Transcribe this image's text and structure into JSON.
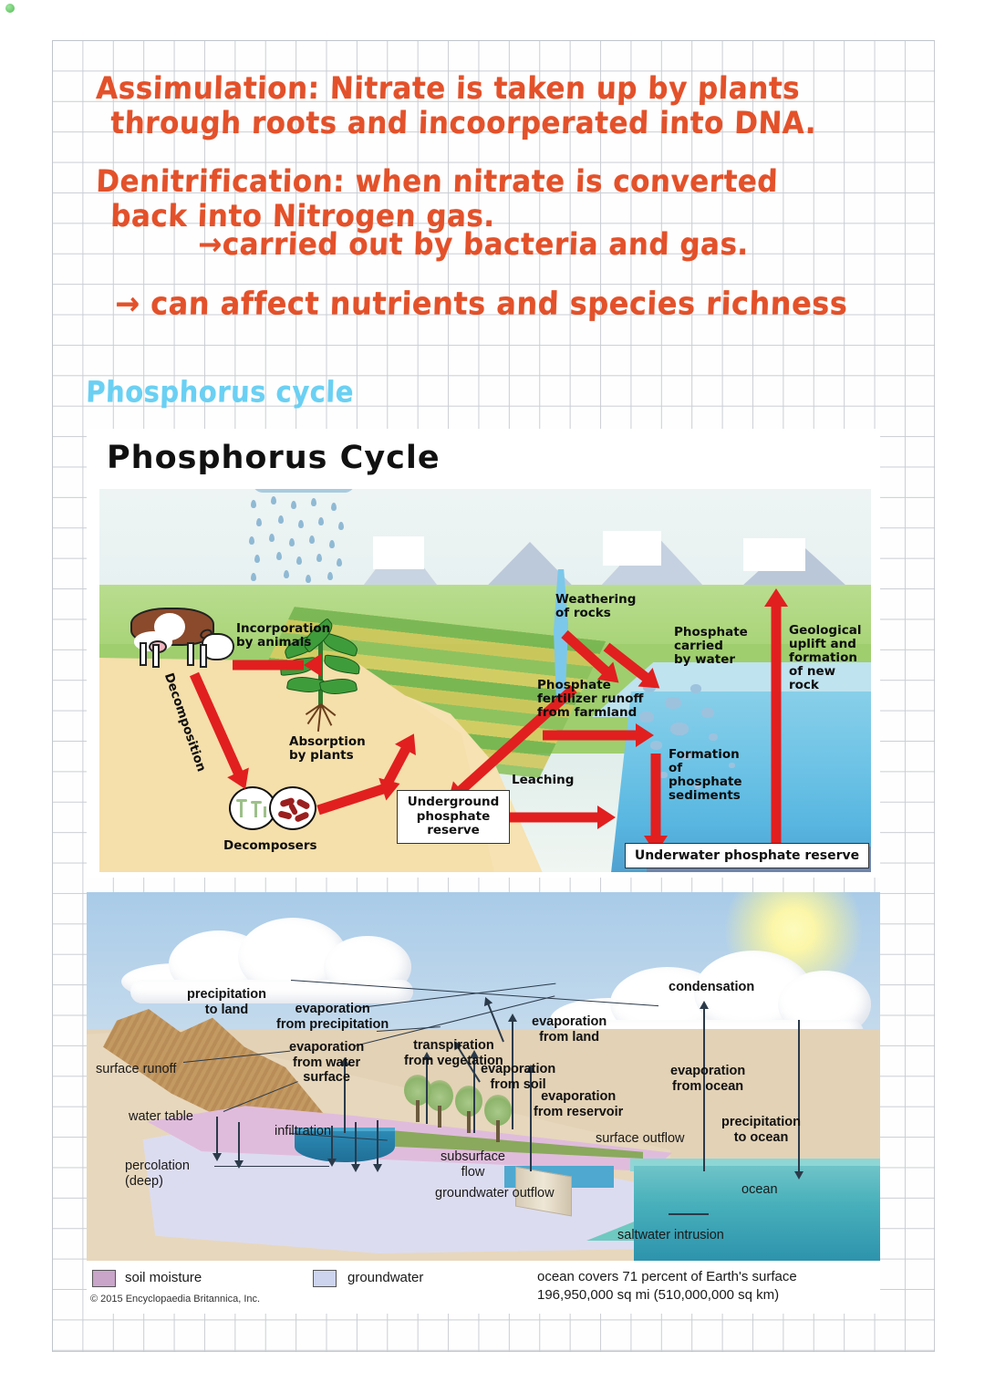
{
  "notes": {
    "lines": [
      {
        "id": "assimilation_1",
        "text": "Assimulation: Nitrate is taken up by plants",
        "ink": "orange"
      },
      {
        "id": "assimilation_2",
        "text": "through roots and incoorperated into DNA.",
        "ink": "orange"
      },
      {
        "id": "denitrification_1",
        "text": "Denitrification: when nitrate is converted",
        "ink": "orange"
      },
      {
        "id": "denitrification_2",
        "text": "back into Nitrogen gas.",
        "ink": "orange"
      },
      {
        "id": "denitrification_3",
        "text": "→carried out by bacteria and gas.",
        "ink": "orange"
      },
      {
        "id": "effect",
        "text": "→ can affect nutrients and species richness",
        "ink": "orange"
      }
    ],
    "heading": {
      "text": "Phosphorus cycle",
      "ink": "blue"
    },
    "ink_colors": {
      "orange": "#e3512a",
      "blue": "#6ad0f3"
    }
  },
  "phosphorus_figure": {
    "title": "Phosphorus Cycle",
    "labels": {
      "incorporation": "Incorporation\nby animals",
      "decomposition": "Decomposition",
      "decomposers": "Decomposers",
      "absorption": "Absorption\nby plants",
      "underground_reserve": "Underground\nphosphate\nreserve",
      "leaching": "Leaching",
      "weathering": "Weathering\nof rocks",
      "phosphate_carried": "Phosphate\ncarried\nby water",
      "fertilizer_runoff": "Phosphate\nfertilizer runoff\nfrom farmland",
      "formation_sediments": "Formation\nof\nphosphate\nsediments",
      "geological_uplift": "Geological\nuplift and\nformation\nof new\nrock",
      "underwater_reserve": "Underwater phosphate reserve"
    },
    "arrow_color": "#e11f1f"
  },
  "water_figure": {
    "labels": {
      "precipitation_to_land": "precipitation\nto land",
      "evaporation_from_precipitation": "evaporation\nfrom precipitation",
      "evaporation_from_water_surface": "evaporation\nfrom water\nsurface",
      "surface_runoff": "surface runoff",
      "water_table": "water table",
      "infiltration": "infiltration",
      "percolation_deep": "percolation\n(deep)",
      "transpiration_from_vegetation": "transpiration\nfrom vegetation",
      "evaporation_from_soil": "evaporation\nfrom soil",
      "evaporation_from_land": "evaporation\nfrom land",
      "evaporation_from_reservoir": "evaporation\nfrom reservoir",
      "subsurface_flow": "subsurface\nflow",
      "groundwater_outflow": "groundwater  outflow",
      "surface_outflow": "surface outflow",
      "condensation": "condensation",
      "evaporation_from_ocean": "evaporation\nfrom ocean",
      "precipitation_to_ocean": "precipitation\nto ocean",
      "ocean": "ocean",
      "saltwater_intrusion": "saltwater intrusion"
    },
    "legend": {
      "soil_moisture": "soil moisture",
      "groundwater": "groundwater",
      "soil_moisture_color": "#c9a5c9",
      "groundwater_color": "#ccd4ee"
    },
    "copyright": "© 2015 Encyclopaedia Britannica, Inc.",
    "ocean_fact": "ocean covers 71 percent of Earth's surface\n196,950,000 sq mi (510,000,000 sq km)"
  }
}
